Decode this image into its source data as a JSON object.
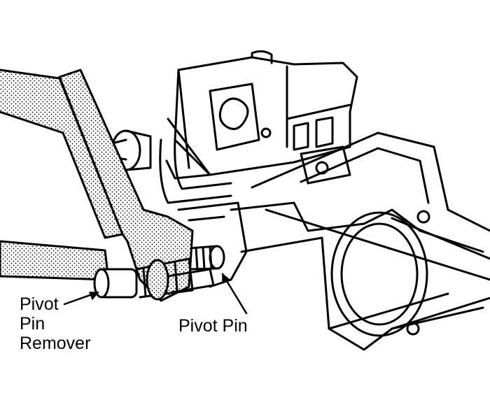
{
  "labels": {
    "pivot_pin_remover": [
      "Pivot",
      "Pin",
      "Remover"
    ],
    "pivot_pin": "Pivot Pin"
  },
  "colors": {
    "ink": "#000000",
    "paper": "#ffffff"
  }
}
